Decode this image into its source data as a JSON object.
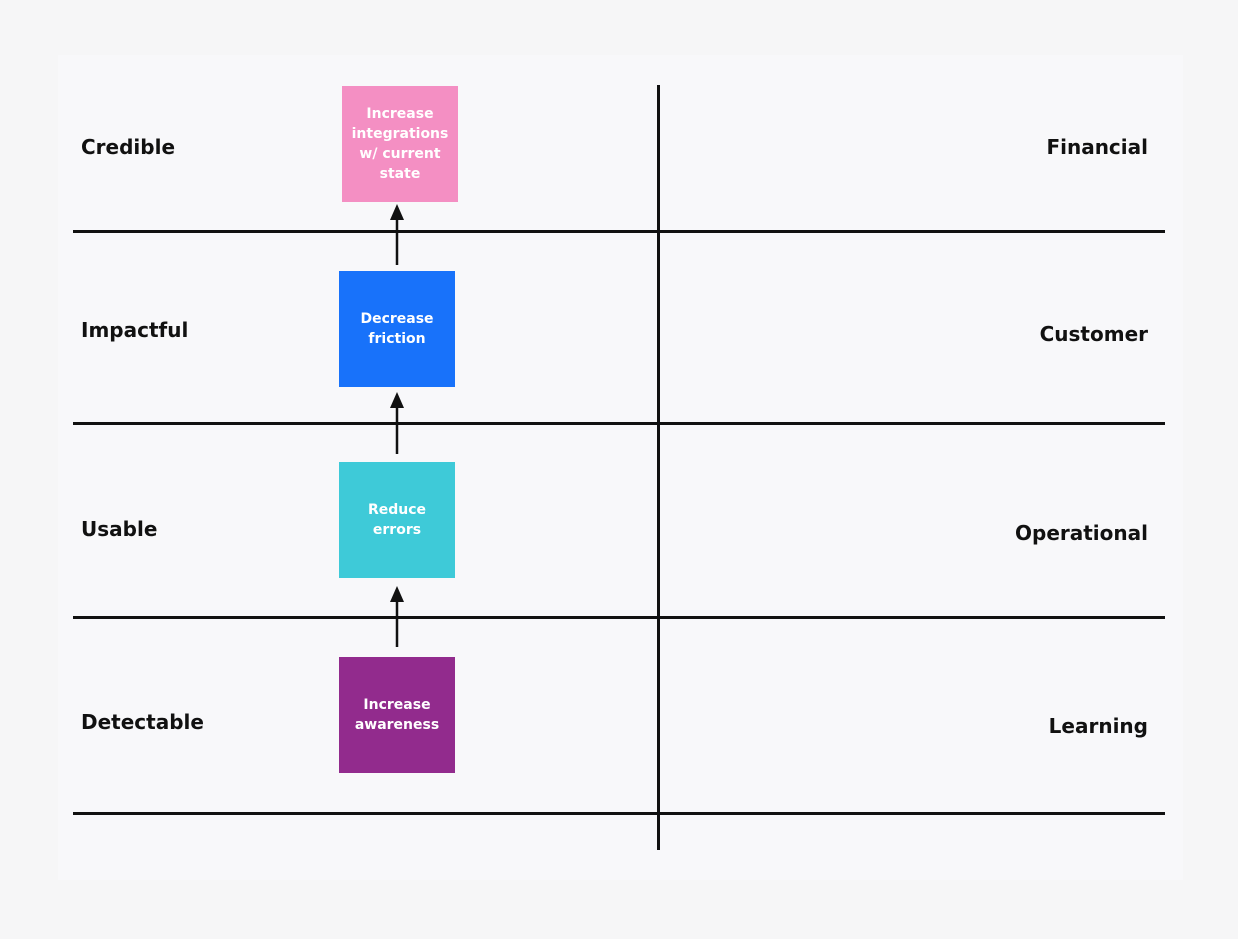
{
  "rows": {
    "left_labels": [
      "Credible",
      "Impactful",
      "Usable",
      "Detectable"
    ],
    "right_labels": [
      "Financial",
      "Customer",
      "Operational",
      "Learning"
    ]
  },
  "notes": [
    {
      "text": "Increase integrations w/ current state",
      "color": "#f48fc3"
    },
    {
      "text": "Decrease friction",
      "color": "#1872fa"
    },
    {
      "text": "Reduce errors",
      "color": "#3ecad8"
    },
    {
      "text": "Increase awareness",
      "color": "#922b8d"
    }
  ],
  "colors": {
    "background": "#f6f6f7",
    "lines": "#111111"
  }
}
